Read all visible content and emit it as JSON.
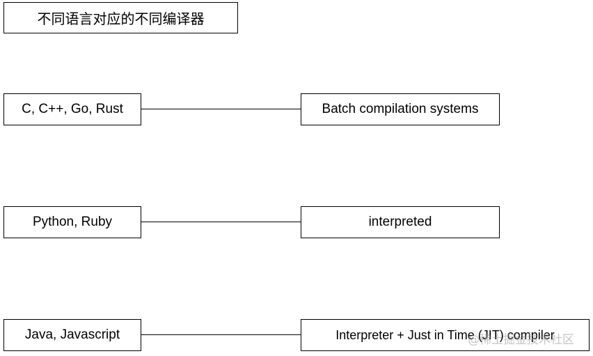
{
  "title": "不同语言对应的不同编译器",
  "rows": [
    {
      "languages": "C, C++, Go, Rust",
      "compiler": "Batch compilation systems"
    },
    {
      "languages": "Python, Ruby",
      "compiler": "interpreted"
    },
    {
      "languages": "Java, Javascript",
      "compiler": "Interpreter + Just in Time (JIT) compiler"
    }
  ],
  "watermark": "@稀土掘金技术社区",
  "colors": {
    "border": "#000000",
    "background": "#ffffff",
    "watermark": "#969696"
  }
}
